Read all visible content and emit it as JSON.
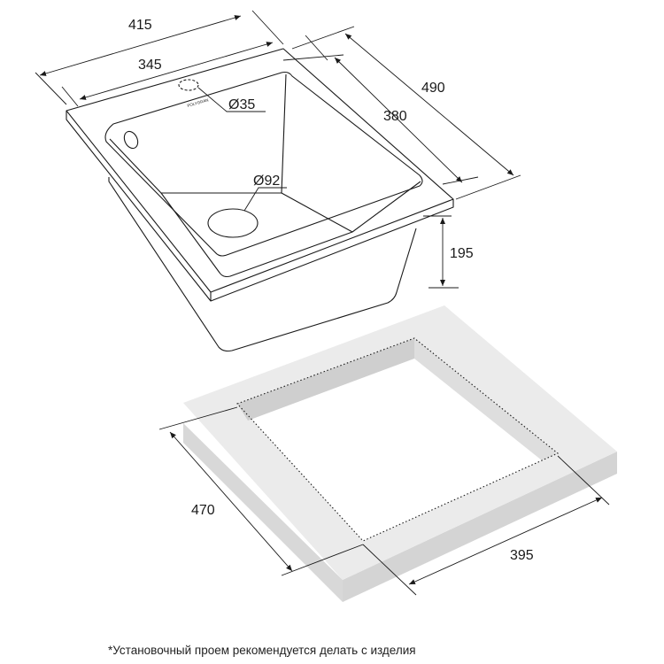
{
  "dimensions": {
    "outer_width": "415",
    "bowl_width": "345",
    "drain_small": "Ø35",
    "outer_depth": "490",
    "bowl_depth": "380",
    "drain_large": "Ø92",
    "height": "195",
    "cutout_depth": "470",
    "cutout_width": "395"
  },
  "logo_text": "POLYGRAN",
  "footnote": "*Установочный проем рекомендуется делать с изделия",
  "colors": {
    "line": "#1a1a1a",
    "countertop_top": "#ebebeb",
    "countertop_side": "#d8d8d8",
    "countertop_inner": "#cfcfcf"
  }
}
